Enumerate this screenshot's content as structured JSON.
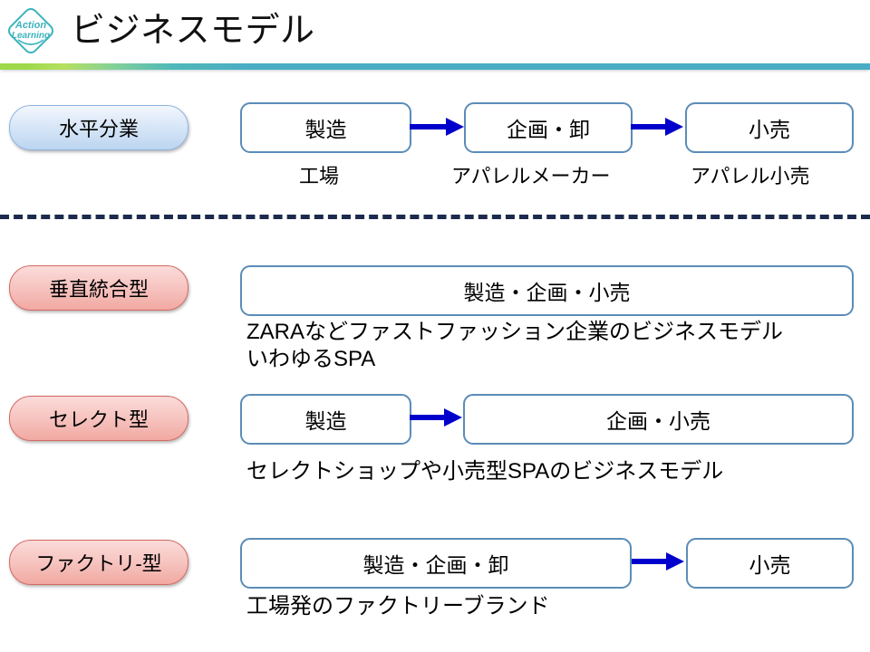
{
  "header": {
    "title": "ビジネスモデル",
    "logo": {
      "name": "action-learning-logo",
      "line1": "Action",
      "line2": "Learning",
      "color": "#3bb3bd"
    },
    "rule_colors": {
      "start": "#9ed94a",
      "end": "#4aacc5"
    }
  },
  "divider": {
    "style": "dashed",
    "color": "#1c2a4e"
  },
  "colors": {
    "box_border": "#5b8cb8",
    "arrow": "#0000cc",
    "pill_blue_border": "#8fb4dd",
    "pill_pink_border": "#d46a63"
  },
  "sections": [
    {
      "id": "horizontal-division",
      "pill": {
        "label": "水平分業",
        "variant": "blue"
      },
      "boxes": [
        {
          "label": "製造",
          "caption": "工場"
        },
        {
          "label": "企画・卸",
          "caption": "アパレルメーカー"
        },
        {
          "label": "小売",
          "caption": "アパレル小売"
        }
      ],
      "arrows": 2,
      "notes": []
    },
    {
      "id": "vertical-integration",
      "pill": {
        "label": "垂直統合型",
        "variant": "pink"
      },
      "boxes": [
        {
          "label": "製造・企画・小売",
          "caption": ""
        }
      ],
      "arrows": 0,
      "notes": [
        "ZARAなどファストファッション企業のビジネスモデル",
        "いわゆるSPA"
      ]
    },
    {
      "id": "select-type",
      "pill": {
        "label": "セレクト型",
        "variant": "pink"
      },
      "boxes": [
        {
          "label": "製造",
          "caption": ""
        },
        {
          "label": "企画・小売",
          "caption": ""
        }
      ],
      "arrows": 1,
      "notes": [
        "セレクトショップや小売型SPAのビジネスモデル"
      ]
    },
    {
      "id": "factory-type",
      "pill": {
        "label": "ファクトリ-型",
        "variant": "pink"
      },
      "boxes": [
        {
          "label": "製造・企画・卸",
          "caption": ""
        },
        {
          "label": "小売",
          "caption": ""
        }
      ],
      "arrows": 1,
      "notes": [
        "工場発のファクトリーブランド"
      ]
    }
  ]
}
